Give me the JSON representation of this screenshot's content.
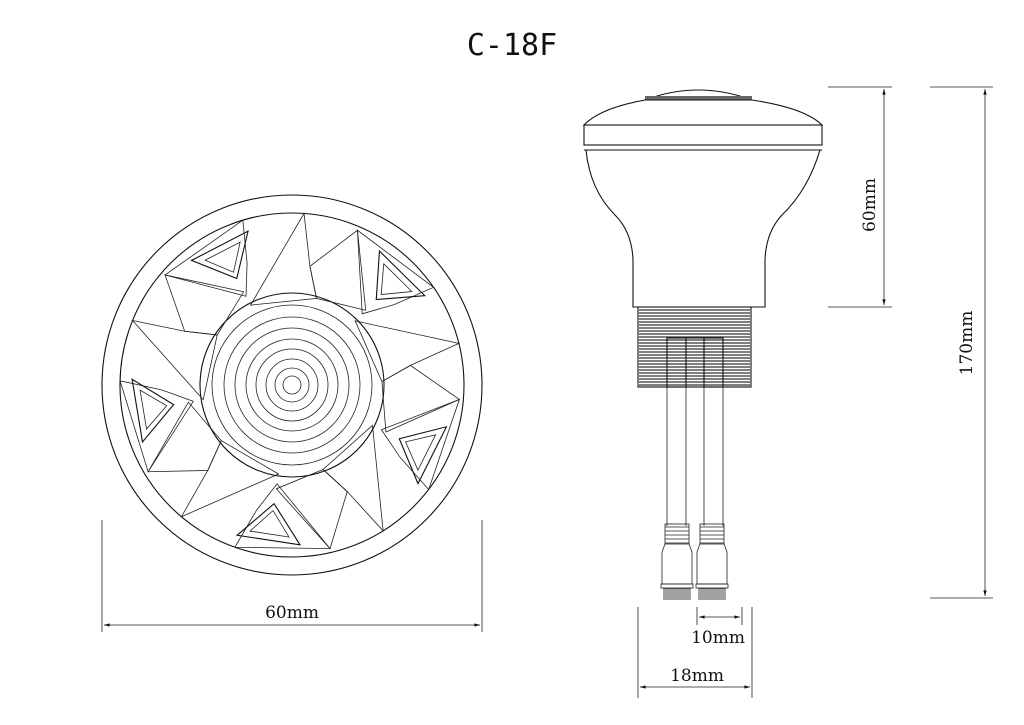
{
  "title": "C-18F",
  "dimensions": {
    "front_diameter": "60mm",
    "head_height": "60mm",
    "total_height": "170mm",
    "connector_spacing": "10mm",
    "base_width": "18mm"
  },
  "colors": {
    "line": "#111111",
    "background": "#ffffff"
  }
}
